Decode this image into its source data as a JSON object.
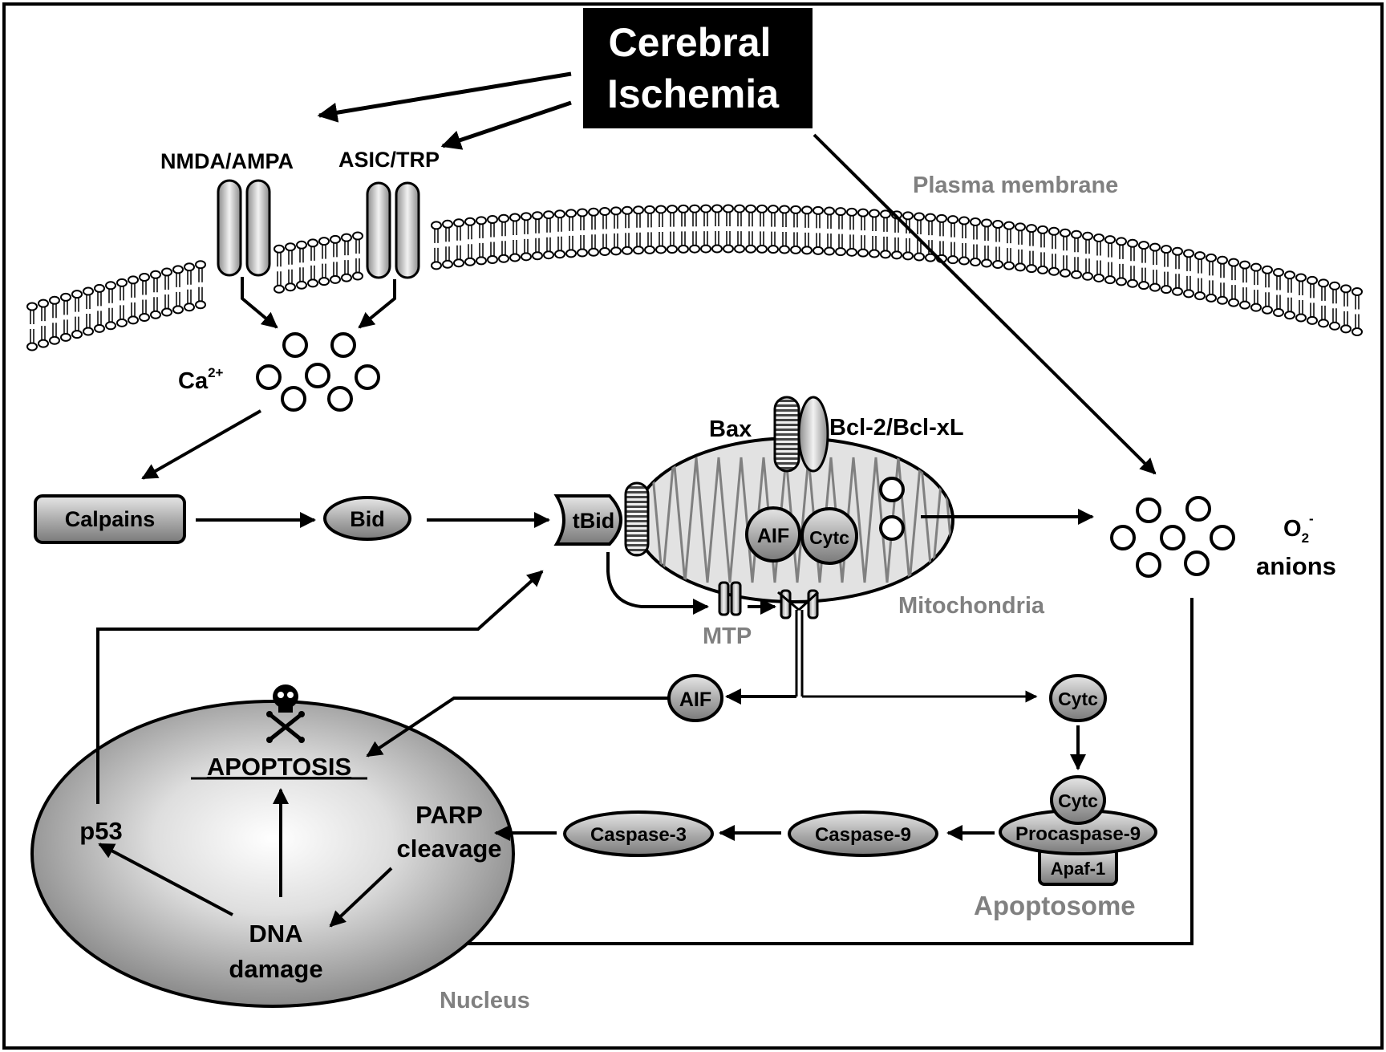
{
  "trigger": {
    "line1": "Cerebral",
    "line2": "Ischemia"
  },
  "membrane": {
    "label": "Plasma membrane",
    "channel_left": "NMDA/AMPA",
    "channel_right": "ASIC/TRP"
  },
  "calcium": {
    "base": "Ca",
    "superscript": "2+"
  },
  "nodes": {
    "calpains": "Calpains",
    "bid": "Bid",
    "tbid": "tBid",
    "bax": "Bax",
    "bcl": "Bcl-2/Bcl-xL",
    "aif_inner": "AIF",
    "cytc_inner": "Cytc",
    "mitochondria": "Mitochondria",
    "mtp": "MTP",
    "o2_base": "O",
    "o2_sub": "2",
    "o2_sup": "-",
    "anions": "anions",
    "aif_out": "AIF",
    "cytc_out": "Cytc",
    "cytc_apo": "Cytc",
    "procaspase9": "Procaspase-9",
    "apaf1": "Apaf-1",
    "apoptosome": "Apoptosome",
    "caspase9": "Caspase-9",
    "caspase3": "Caspase-3",
    "parp_line1": "PARP",
    "parp_line2": "cleavage",
    "apoptosis": "APOPTOSIS",
    "p53": "p53",
    "dna_line1": "DNA",
    "dna_line2": "damage",
    "nucleus": "Nucleus"
  },
  "icons": {
    "skull": "skull-and-crossbones-icon"
  }
}
